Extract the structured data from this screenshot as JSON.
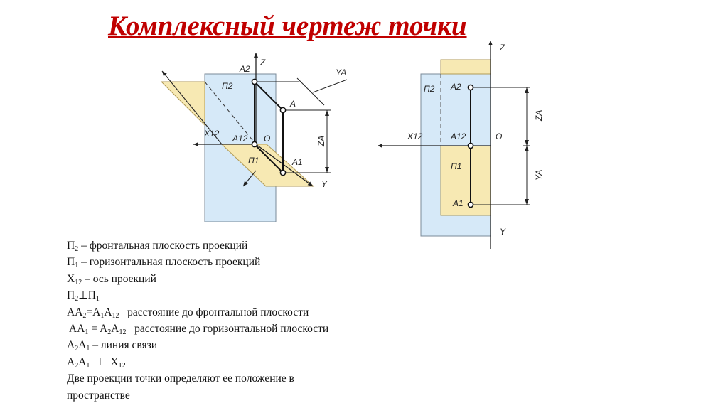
{
  "title": "Комплексный чертеж точки",
  "colors": {
    "title": "#c00000",
    "frontal_plane": "#d6e9f8",
    "horizontal_plane": "#f7e9b3",
    "line": "#222222"
  },
  "left_diagram": {
    "labels": {
      "z": "Z",
      "y": "Y",
      "x12": "X12",
      "o": "O",
      "pi2": "П2",
      "pi1": "П1",
      "a": "A",
      "a1": "A1",
      "a2": "A2",
      "a12": "A12",
      "ya": "YA",
      "za": "ZA"
    }
  },
  "right_diagram": {
    "labels": {
      "z": "Z",
      "y": "Y",
      "x12": "X12",
      "o": "O",
      "pi2": "П2",
      "pi1": "П1",
      "a1": "A1",
      "a2": "A2",
      "a12": "A12",
      "ya": "YA",
      "za": "ZA"
    }
  },
  "text": {
    "l1_sym": "П",
    "l1_sub": "2",
    "l1_rest": " – фронтальная плоскость проекций",
    "l2_sym": "П",
    "l2_sub": "1",
    "l2_rest": " – горизонтальная плоскость проекций",
    "l3_sym": "X",
    "l3_sub": "12",
    "l3_rest": " – ось проекций",
    "l4_a": "П",
    "l4_a_sub": "2",
    "l4_perp": "⊥",
    "l4_b": "П",
    "l4_b_sub": "1",
    "l5_a": "AA",
    "l5_a_sub": "2",
    "l5_eq": "=A",
    "l5_b_sub": "1",
    "l5_c": "A",
    "l5_c_sub": "12",
    "l5_rest": "   расстояние до фронтальной плоскости",
    "l6_a": " AA",
    "l6_a_sub": "1",
    "l6_eq": " = A",
    "l6_b_sub": "2",
    "l6_c": "A",
    "l6_c_sub": "12",
    "l6_rest": "   расстояние до горизонтальной плоскости",
    "l7_a": "A",
    "l7_a_sub": "2",
    "l7_b": "A",
    "l7_b_sub": "1",
    "l7_rest": " – линия связи",
    "l8_a": "A",
    "l8_a_sub": "2",
    "l8_b": "A",
    "l8_b_sub": "1",
    "l8_perp": "  ⊥  ",
    "l8_c": "X",
    "l8_c_sub": "12",
    "l9": "Две проекции точки определяют ее положение в пространстве"
  }
}
